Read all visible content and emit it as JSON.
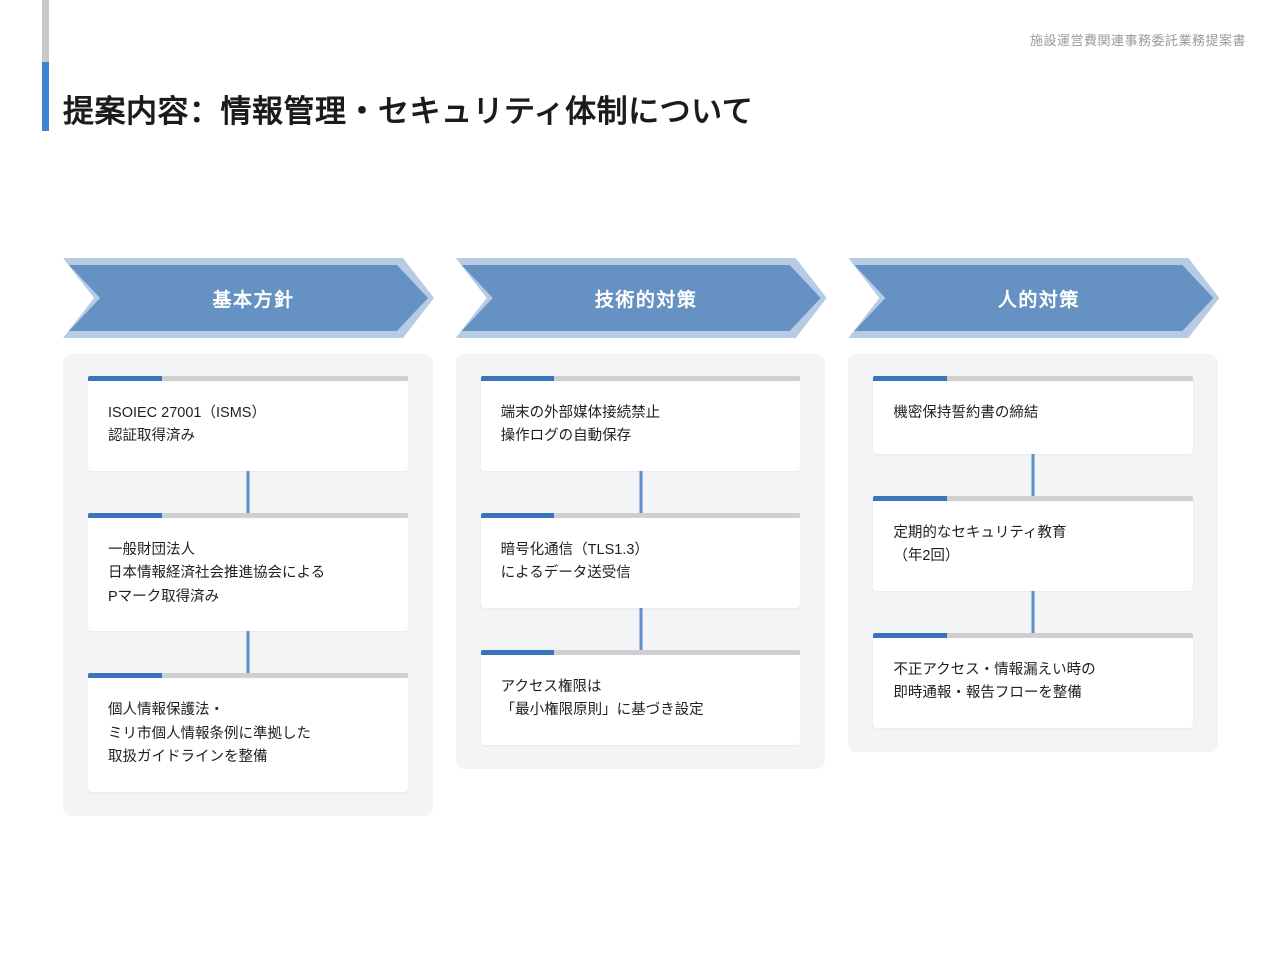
{
  "document": {
    "header_text": "施設運営費関連事務委託業務提案書",
    "title": "提案内容：情報管理・セキュリティ体制について"
  },
  "theme": {
    "accent_blue": "#3a75bb",
    "chevron_fill": "#6592c2",
    "chevron_outline": "#b7cbe4",
    "panel_bg": "#f3f4f6",
    "card_bg": "#ffffff",
    "accent_gray": "#cfcfcf",
    "connector": "#5b90cc",
    "title_color": "#1b1b1b",
    "header_color": "#9a9a9a"
  },
  "columns": [
    {
      "heading": "基本方針",
      "cards": [
        {
          "lines": [
            "ISOIEC 27001（ISMS）",
            "認証取得済み"
          ]
        },
        {
          "lines": [
            "一般財団法人",
            "日本情報経済社会推進協会による",
            "Pマーク取得済み"
          ]
        },
        {
          "lines": [
            "個人情報保護法・",
            "ミリ市個人情報条例に準拠した",
            "取扱ガイドラインを整備"
          ]
        }
      ]
    },
    {
      "heading": "技術的対策",
      "cards": [
        {
          "lines": [
            "端末の外部媒体接続禁止",
            "操作ログの自動保存"
          ]
        },
        {
          "lines": [
            "暗号化通信（TLS1.3）",
            "によるデータ送受信"
          ]
        },
        {
          "lines": [
            "アクセス権限は",
            "「最小権限原則」に基づき設定"
          ]
        }
      ]
    },
    {
      "heading": "人的対策",
      "cards": [
        {
          "lines": [
            "機密保持誓約書の締結"
          ]
        },
        {
          "lines": [
            "定期的なセキュリティ教育",
            "（年2回）"
          ]
        },
        {
          "lines": [
            "不正アクセス・情報漏えい時の",
            "即時通報・報告フローを整備"
          ]
        }
      ]
    }
  ]
}
